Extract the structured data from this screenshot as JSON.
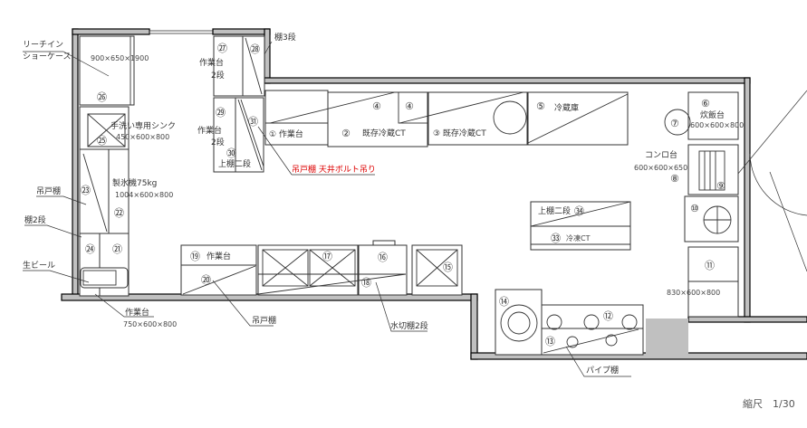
{
  "labels": {
    "reach_in_1": "リーチイン",
    "reach_in_2": "ショーケース",
    "reach_in_size": "900×650×1900",
    "reach_in_no": "㉖",
    "sink": "手洗い専用シンク",
    "sink_size": "450×600×800",
    "sink_no": "㉕",
    "ice": "製氷機75kg",
    "ice_size": "1004×600×800",
    "no23": "㉓",
    "no22": "㉒",
    "no24": "㉔",
    "no21": "㉑",
    "hanging_shelf_left": "吊戸棚",
    "shelf2": "棚2段",
    "beer": "生ビール",
    "worktable_bottom": "作業台",
    "worktable_bottom_size": "750×600×800",
    "no27": "㉗",
    "no28": "㉘",
    "wt27": "作業台",
    "wt27_tier": "2段",
    "shelf3": "棚3段",
    "no29": "㉙",
    "no30": "㉚",
    "no31": "㉛",
    "wt29": "作業台",
    "wt29_tier": "2段",
    "upper2": "上棚二段",
    "no1": "① 作業台",
    "no2": "②",
    "ct2": "既存冷蔵CT",
    "no4a": "④",
    "no4b": "④",
    "no3": "③ 既存冷蔵CT",
    "no5": "⑤",
    "fridge": "冷蔵庫",
    "red_note": "吊戸棚  天井ボルト吊り",
    "no6": "⑥",
    "rice": "炊飯台",
    "rice_size": "600×600×800",
    "no7": "⑦",
    "stove": "コンロ台",
    "stove_size": "600×600×650",
    "no8": "⑧",
    "no9": "⑨",
    "no10": "⑩",
    "no11": "⑪",
    "size11": "830×600×800",
    "upper2b": "上棚二段",
    "no34": "㉞",
    "no33": "㉝",
    "freezer": "冷凍CT",
    "no19": "⑲",
    "wt19": "作業台",
    "no20": "⑳",
    "no17": "⑰",
    "no16": "⑯",
    "no18": "⑱",
    "no15": "⑮",
    "hanging_shelf_bottom": "吊戸棚",
    "drain_shelf": "水切棚2段",
    "no14": "⑭",
    "no12": "⑫",
    "no13": "⑬",
    "pipe_shelf": "パイプ棚",
    "scale": "縮尺　1/30"
  },
  "colors": {
    "wall": "#c0c0c0",
    "note": "#dd0000"
  }
}
